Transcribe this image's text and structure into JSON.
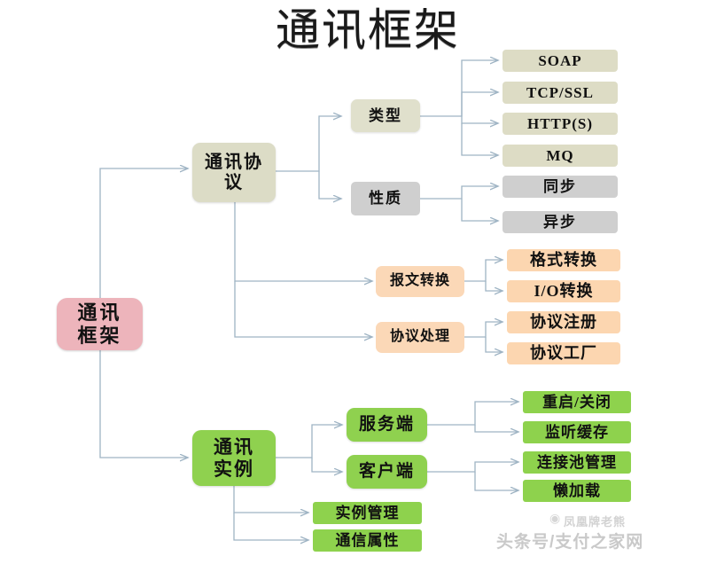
{
  "diagram": {
    "title": "通讯框架",
    "type": "mind-map",
    "colors": {
      "root_pink": "#edb4bb",
      "protocol_khaki": "#dcdcc6",
      "nature_grey": "#cfcfcf",
      "message_orange": "#fbd8b7",
      "instance_green": "#8fd14f",
      "connector_line": "#9fb4c4",
      "background": "#ffffff"
    },
    "root": {
      "label": "通讯框架",
      "line1": "通讯",
      "line2": "框架"
    },
    "branches": [
      {
        "id": "protocol",
        "label": "通讯协议",
        "line1": "通讯协",
        "line2": "议",
        "children": [
          {
            "id": "type",
            "label": "类型",
            "leaves": [
              {
                "label": "SOAP"
              },
              {
                "label": "TCP/SSL"
              },
              {
                "label": "HTTP(S)"
              },
              {
                "label": "MQ"
              }
            ]
          },
          {
            "id": "nature",
            "label": "性质",
            "leaves": [
              {
                "label": "同步"
              },
              {
                "label": "异步"
              }
            ]
          },
          {
            "id": "message-convert",
            "label": "报文转换",
            "leaves": [
              {
                "label": "格式转换"
              },
              {
                "label": "I/O转换"
              }
            ]
          },
          {
            "id": "protocol-handling",
            "label": "协议处理",
            "leaves": [
              {
                "label": "协议注册"
              },
              {
                "label": "协议工厂"
              }
            ]
          }
        ]
      },
      {
        "id": "instance",
        "label": "通讯实例",
        "line1": "通讯",
        "line2": "实例",
        "children": [
          {
            "id": "server",
            "label": "服务端",
            "leaves": [
              {
                "label": "重启/关闭"
              },
              {
                "label": "监听缓存"
              }
            ]
          },
          {
            "id": "client",
            "label": "客户端",
            "leaves": [
              {
                "label": "连接池管理"
              },
              {
                "label": "懒加载"
              }
            ]
          },
          {
            "id": "instance-manage",
            "label": "实例管理",
            "leaves": []
          },
          {
            "id": "comm-attribute",
            "label": "通信属性",
            "leaves": []
          }
        ]
      }
    ]
  },
  "watermark": {
    "main": "头条号/支付之家网",
    "sub": "凤凰牌老熊",
    "icon": "wechat-icon"
  }
}
